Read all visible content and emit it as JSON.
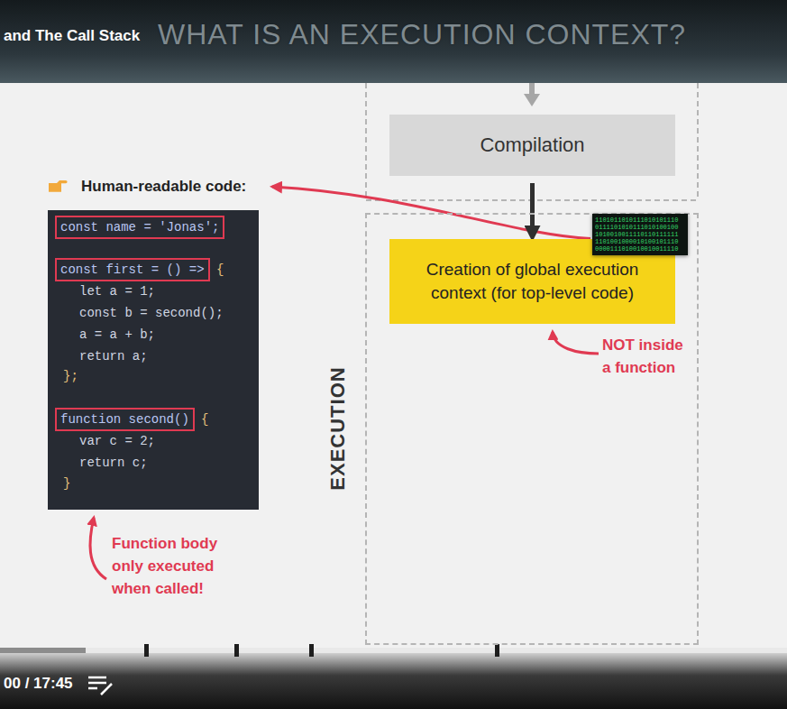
{
  "diagram": {
    "title": "WHAT IS AN EXECUTION CONTEXT?",
    "nodes": [
      {
        "text": [
          "Human-readable code:",
          "{",
          "let a = 1;",
          "const b = second();",
          "a = a + b;",
          "return a;",
          "};",
          "{",
          "var c = 2;",
          "return c;",
          "}"
        ]
      },
      {
        "text": [
          "const name = 'Jonas';"
        ],
        "in": 0
      },
      {
        "text": [
          "const first = () =>"
        ],
        "in": 0
      },
      {
        "text": [
          "function second()"
        ],
        "in": 0
      },
      {
        "text": [
          "Compilation"
        ]
      },
      {
        "text": [
          "EXECUTION"
        ]
      },
      {
        "text": [
          "1101011010111010101110 0111101010111010100100 1010010011110110111111 1101001000010100101110 0000111010010010011110"
        ],
        "in": 5
      },
      {
        "text": [
          "Creation of global execution context (for top-level code)"
        ],
        "in": 5
      }
    ],
    "edges": [
      {
        "from": 6,
        "to": 0,
        "arrow": "to"
      },
      {
        "from": 4,
        "to": 7,
        "arrow": "to"
      }
    ],
    "labels": [
      "and The Call Stack",
      "NOT inside a function",
      "Function body only executed when called!",
      "00 / 17:45"
    ]
  }
}
